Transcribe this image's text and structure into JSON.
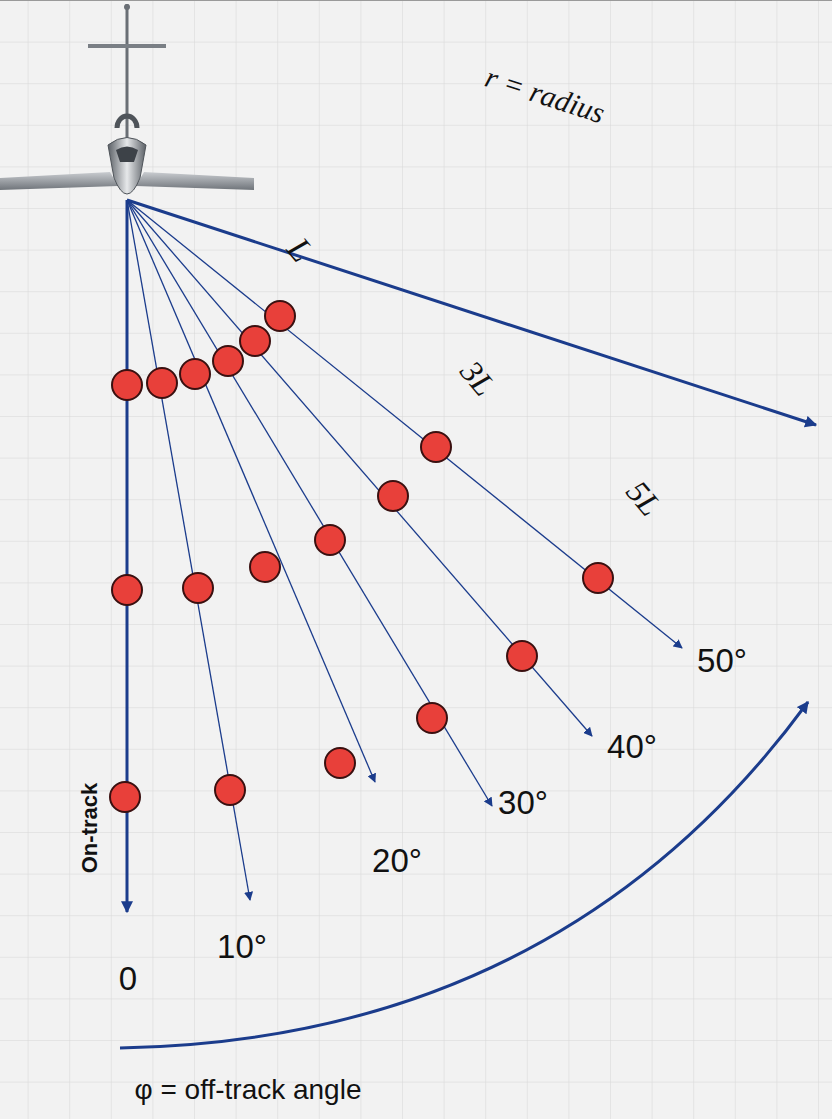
{
  "diagram": {
    "labels": [
      "r = radius",
      "L",
      "3L",
      "5L",
      "50°",
      "40°",
      "30°",
      "20°",
      "10°",
      "0",
      "On-track",
      "φ = off-track angle"
    ]
  }
}
